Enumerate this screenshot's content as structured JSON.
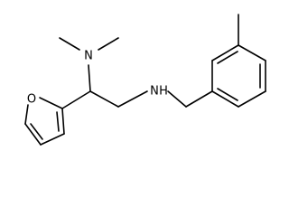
{
  "atoms": {
    "nme2_n": "N",
    "nh_n": "N",
    "nh_h": "H",
    "furan_o": "O"
  },
  "colors": {
    "bond": "#000000",
    "text": "#000000",
    "background": "#ffffff"
  }
}
